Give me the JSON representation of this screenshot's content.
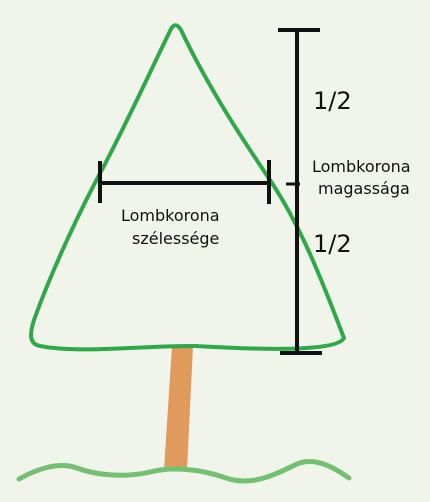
{
  "diagram": {
    "half_top_label": "1/2",
    "half_bottom_label": "1/2",
    "crown_height_label_line1": "Lombkorona",
    "crown_height_label_line2": "magassága",
    "crown_width_label_line1": "Lombkorona",
    "crown_width_label_line2": "szélessége",
    "colors": {
      "background": "#f0f4ea",
      "crown_outline": "#2fa84a",
      "trunk": "#e09a5c",
      "ground": "#74c071",
      "measure_lines": "#111111"
    }
  }
}
